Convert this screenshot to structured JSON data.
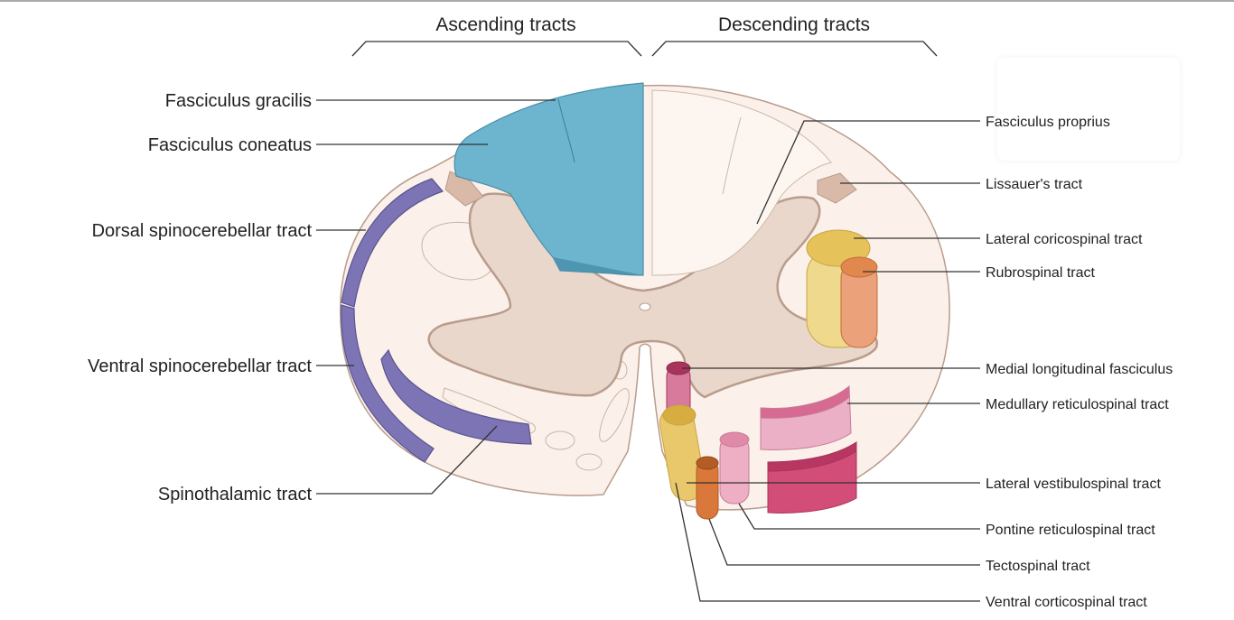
{
  "headers": {
    "ascending": "Ascending tracts",
    "descending": "Descending tracts"
  },
  "left_labels": [
    "Fasciculus gracilis",
    "Fasciculus coneatus",
    "Dorsal spinocerebellar tract",
    "Ventral spinocerebellar tract",
    "Spinothalamic tract"
  ],
  "right_labels": [
    "Fasciculus proprius",
    "Lissauer's tract",
    "Lateral coricospinal tract",
    "Rubrospinal tract",
    "Medial longitudinal fasciculus",
    "Medullary reticulospinal tract",
    "Lateral vestibulospinal tract",
    "Pontine reticulospinal tract",
    "Tectospinal tract",
    "Ventral corticospinal tract"
  ],
  "colors": {
    "white_matter": "#fbf1ea",
    "gray_matter": "#ead7cc",
    "gray_outline": "#b89c8c",
    "dorsal_column": "#6db5cf",
    "spinocerebellar": "#7c74b4",
    "corticospinal_yellow": "#e6c25a",
    "rubrospinal_orange": "#e0884e",
    "reticulospinal_pink": "#e397b4",
    "vestibulospinal_magenta": "#d24d78",
    "mlf_magenta": "#c7557c",
    "tectospinal_orange": "#d9783a"
  }
}
